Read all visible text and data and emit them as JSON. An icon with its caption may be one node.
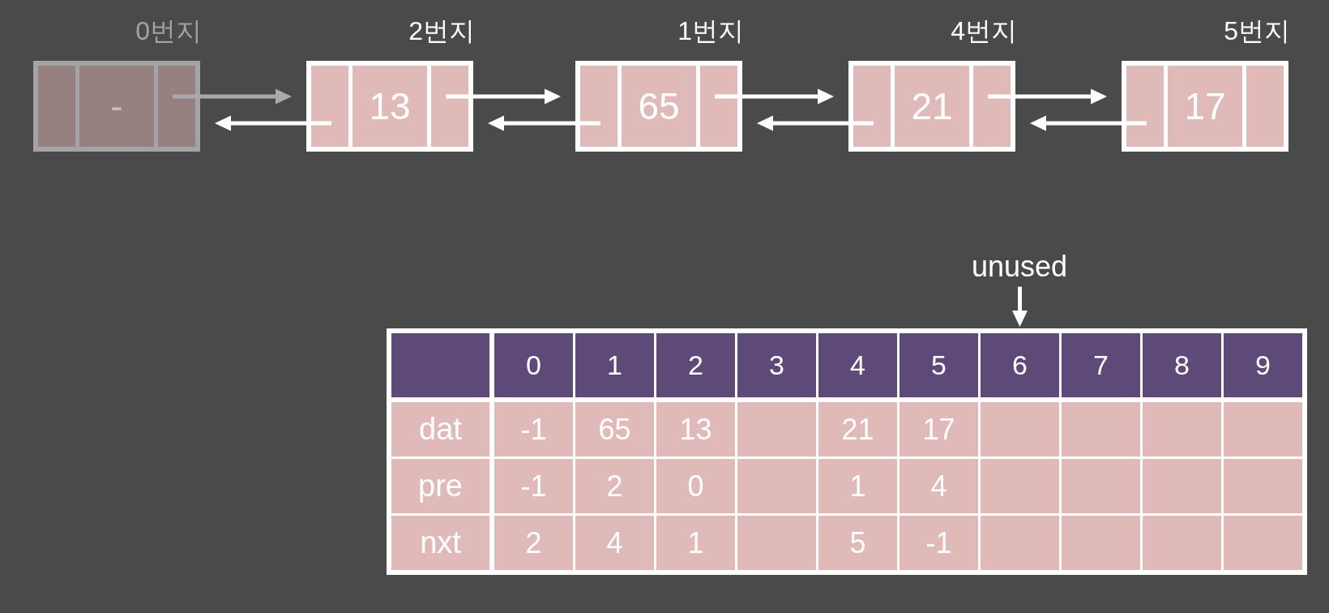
{
  "diagram": {
    "nodes": [
      {
        "text": [
          "-"
        ],
        "beside": [
          "0번지"
        ]
      },
      {
        "text": [
          "13"
        ],
        "beside": [
          "2번지"
        ]
      },
      {
        "text": [
          "65"
        ],
        "beside": [
          "1번지"
        ]
      },
      {
        "text": [
          "21"
        ],
        "beside": [
          "4번지"
        ]
      },
      {
        "text": [
          "17"
        ],
        "beside": [
          "5번지"
        ]
      },
      {
        "text": [
          "unused"
        ]
      },
      {
        "text": [
          "6"
        ]
      }
    ],
    "edges": [
      {
        "from": 0,
        "to": 1,
        "arrow": "to",
        "color": "#a9a9a9"
      },
      {
        "from": 1,
        "to": 0,
        "arrow": "to"
      },
      {
        "from": 1,
        "to": 2,
        "arrow": "to"
      },
      {
        "from": 2,
        "to": 1,
        "arrow": "to"
      },
      {
        "from": 2,
        "to": 3,
        "arrow": "to"
      },
      {
        "from": 3,
        "to": 2,
        "arrow": "to"
      },
      {
        "from": 3,
        "to": 4,
        "arrow": "to"
      },
      {
        "from": 4,
        "to": 3,
        "arrow": "to"
      },
      {
        "from": 5,
        "to": 6,
        "arrow": "to"
      }
    ],
    "labels": [
      "0",
      "1",
      "2",
      "3",
      "4",
      "5",
      "7",
      "8",
      "9",
      "dat",
      "-1",
      "65",
      "13",
      "21",
      "17",
      "pre",
      "-1",
      "2",
      "0",
      "1",
      "4",
      "nxt",
      "2",
      "4",
      "1",
      "5",
      "-1"
    ]
  }
}
